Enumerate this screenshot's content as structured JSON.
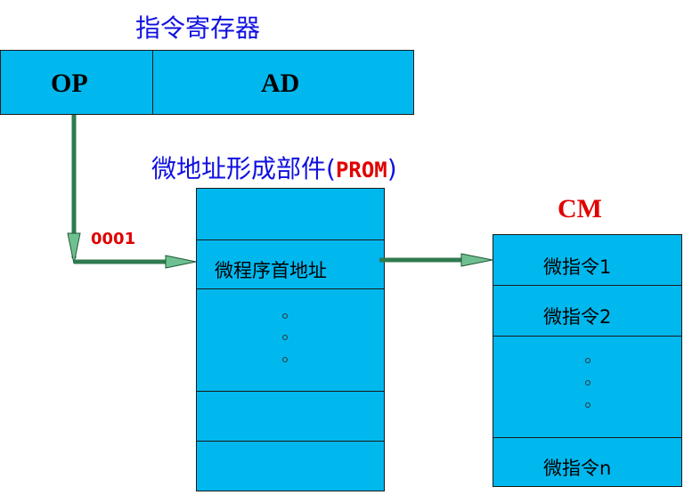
{
  "ir": {
    "title": "指令寄存器",
    "op": "OP",
    "ad": "AD"
  },
  "prom": {
    "title_cn": "微地址形成部件",
    "title_paren_open": "(",
    "title_en": "PROM",
    "title_paren_close": ")",
    "row_label": "微程序首地址"
  },
  "code": "0001",
  "cm": {
    "title": "CM",
    "rows": [
      "微指令1",
      "微指令2",
      "微指令n"
    ]
  },
  "colors": {
    "box": "#00b8ee",
    "arrow": "#2f7a4f",
    "title": "#1010e0",
    "accent": "#e00000"
  }
}
